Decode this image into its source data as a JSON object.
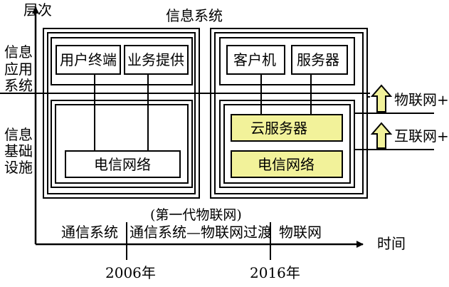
{
  "axes": {
    "y_label": "层次",
    "x_label": "时间"
  },
  "layers": {
    "app": [
      "信息",
      "应用",
      "系统"
    ],
    "infra": [
      "信息",
      "基础",
      "设施"
    ]
  },
  "systems": {
    "title": "信息系统",
    "left": {
      "user_terminal": "用户终端",
      "service_provision": "业务提供",
      "telecom_network": "电信网络"
    },
    "right": {
      "client": "客户机",
      "server": "服务器",
      "cloud_server": "云服务器",
      "telecom_network": "电信网络"
    }
  },
  "arrows": {
    "iot_plus": "物联网+",
    "internet_plus": "互联网+"
  },
  "timeline": {
    "stage1": "通信系统",
    "stage2_note": "(第一代物联网)",
    "stage2": "通信系统—物联网过渡",
    "stage3": "物联网",
    "year1": "2006年",
    "year2": "2016年"
  },
  "colors": {
    "highlight": "#f2f29a",
    "line": "#000000"
  }
}
